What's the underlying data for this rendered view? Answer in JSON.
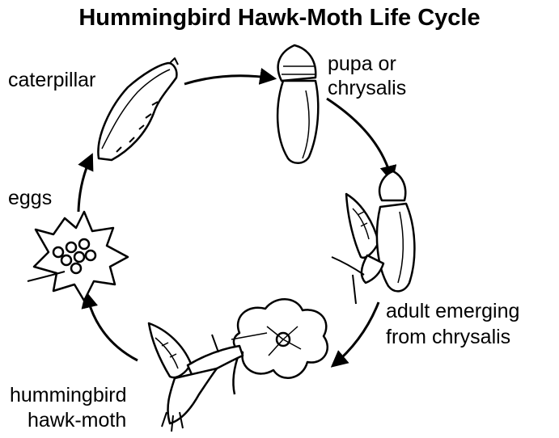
{
  "title": "Hummingbird Hawk-Moth Life Cycle",
  "stages": {
    "caterpillar": "caterpillar",
    "pupa_line1": "pupa or",
    "pupa_line2": "chrysalis",
    "emerging_line1": "adult emerging",
    "emerging_line2": "from chrysalis",
    "moth_line1": "hummingbird",
    "moth_line2": "hawk-moth",
    "eggs": "eggs"
  },
  "colors": {
    "ink": "#000000",
    "background": "#ffffff"
  }
}
